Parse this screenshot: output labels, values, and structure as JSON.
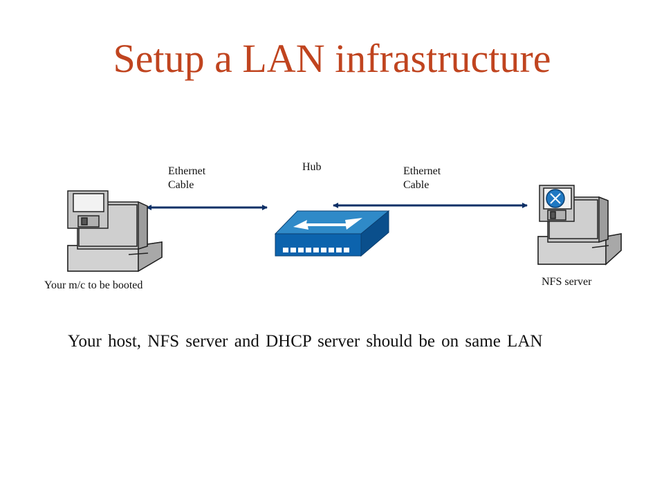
{
  "title": "Setup a LAN infrastructure",
  "labels": {
    "ethernet_left": [
      "Ethernet",
      "Cable"
    ],
    "ethernet_right": [
      "Ethernet",
      "Cable"
    ],
    "hub": "Hub",
    "host": "Your m/c to be booted",
    "nfs": "NFS server"
  },
  "body_text": "Your host, NFS server and DHCP server should be on same LAN",
  "colors": {
    "title": "#c0441f",
    "cable": "#0b2f66",
    "hub_top": "#2f8ac8",
    "hub_side": "#0c5fa4",
    "computer": "#c6c6c6"
  },
  "icons": [
    "computer-icon",
    "server-icon",
    "hub-icon",
    "floppy-disk-icon"
  ]
}
